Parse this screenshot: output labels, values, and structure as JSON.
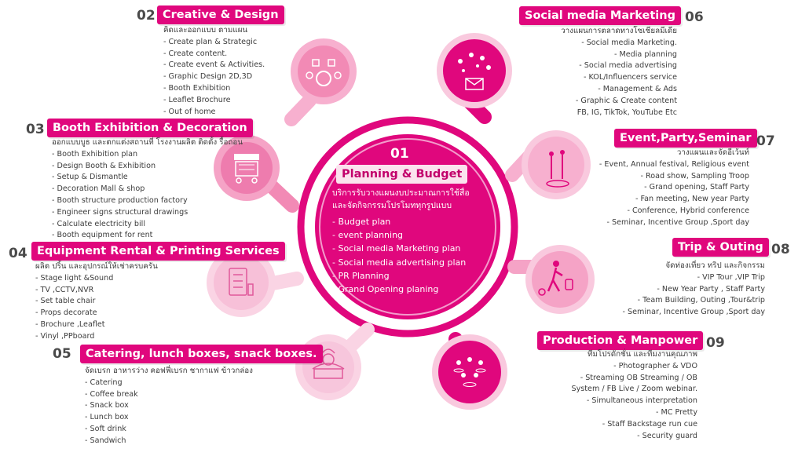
{
  "center": {
    "number": "01",
    "title": "Planning & Budget",
    "subtitle_line1": "บริการรับวางแผนงบประมาณการใช้สื่อ",
    "subtitle_line2": "และจัดกิจกรรมโปรโมททุกรูปแบบ",
    "items": [
      "- Budget plan",
      "- event planning",
      "- Social media Marketing plan",
      "- Social media advertising plan",
      "- PR Planning",
      "- Grand Opening planing"
    ]
  },
  "s02": {
    "number": "02",
    "title": "Creative & Design",
    "subtitle": "คิดและออกแบบ ตามแผน",
    "items": [
      "- Create plan & Strategic",
      "- Create content.",
      "- Create event & Activities.",
      "- Graphic Design 2D,3D",
      "- Booth Exhibition",
      "- Leaflet Brochure",
      "- Out of home"
    ]
  },
  "s03": {
    "number": "03",
    "title": "Booth Exhibition & Decoration",
    "subtitle": "ออกแบบบูธ และตกแต่งสถานที่ โรงงานผลิต ติดตั้ง รื้อถอน",
    "items": [
      "- Booth Exhibition plan",
      "- Design Booth & Exhibition",
      "- Setup & Dismantle",
      "- Decoration Mall & shop",
      "- Booth structure production factory",
      "- Engineer signs structural drawings",
      "- Calculate electricity bill",
      "- Booth equipment for rent"
    ]
  },
  "s04": {
    "number": "04",
    "title": "Equipment Rental & Printing Services",
    "subtitle": "ผลิต ปริ้น และอุปกรณ์ให้เช่าครบครัน",
    "items": [
      "- Stage light &Sound",
      "- TV ,CCTV,NVR",
      "- Set table chair",
      "- Props decorate",
      "- Brochure ,Leaflet",
      "- Vinyl ,PPboard"
    ]
  },
  "s05": {
    "number": "05",
    "title": "Catering, lunch boxes, snack boxes.",
    "subtitle": "จัดเบรก อาหารว่าง คอฟฟี่เบรก ชากาแฟ ข้าวกล่อง",
    "items": [
      "- Catering",
      "- Coffee break",
      "- Snack box",
      "- Lunch box",
      "- Soft drink",
      "- Sandwich"
    ]
  },
  "s06": {
    "number": "06",
    "title": "Social media Marketing",
    "subtitle": "วางแผนการตลาดทางโซเชียลมีเดีย",
    "items": [
      "- Social media Marketing.",
      "- Media planning",
      "- Social media advertising",
      "- KOL/Influencers service",
      "- Management & Ads",
      "- Graphic & Create content",
      "FB, IG, TikTok, YouTube Etc"
    ]
  },
  "s07": {
    "number": "07",
    "title": "Event,Party,Seminar",
    "subtitle": "วางแผนและจัดอีเว้นท์",
    "items": [
      "- Event, Annual festival, Religious event",
      "- Road show, Sampling Troop",
      "- Grand opening, Staff Party",
      "- Fan meeting, New year Party",
      "- Conference, Hybrid conference",
      "- Seminar, Incentive Group ,Sport day"
    ]
  },
  "s08": {
    "number": "08",
    "title": "Trip & Outing",
    "subtitle": "จัดท่องเที่ยว  ทริป และกิจกรรม",
    "items": [
      "- VIP Tour ,VIP Trip",
      "- New Year Party , Staff Party",
      "- Team Building, Outing ,Tour&trip",
      "- Seminar, Incentive Group ,Sport day"
    ]
  },
  "s09": {
    "number": "09",
    "title": "Production & Manpower",
    "subtitle": "ทีมโปรดักชั่น และทีมงานคุณภาพ",
    "items": [
      "- Photographer & VDO",
      "- Streaming OB Streaming / OB",
      "System / FB Live / Zoom webinar.",
      "- Simultaneous interpretation",
      "- MC Pretty",
      "- Staff Backstage run cue",
      "- Security guard"
    ]
  },
  "colors": {
    "magenta": "#e0077d",
    "pink_light": "#f7b8d2",
    "pink_mid": "#f28ab5",
    "pink_pale": "#fad4e4"
  },
  "icons": [
    "idea-icon",
    "booth-icon",
    "checklist-icon",
    "chef-icon",
    "social-icon",
    "event-icon",
    "travel-icon",
    "crowd-icon"
  ]
}
